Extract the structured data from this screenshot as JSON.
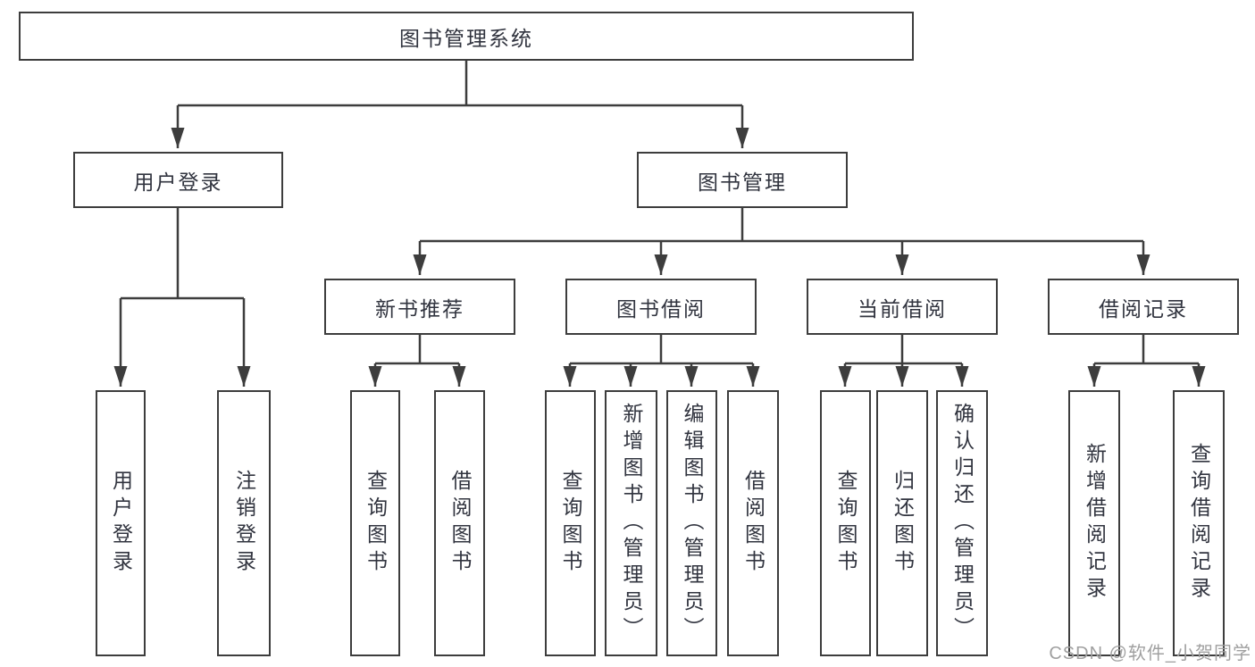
{
  "diagram_type": "hierarchy-tree",
  "tree": {
    "label": "图书管理系统",
    "children": [
      {
        "label": "用户登录",
        "children": [
          {
            "label": "用户登录"
          },
          {
            "label": "注销登录"
          }
        ]
      },
      {
        "label": "图书管理",
        "children": [
          {
            "label": "新书推荐",
            "children": [
              {
                "label": "查询图书"
              },
              {
                "label": "借阅图书"
              }
            ]
          },
          {
            "label": "图书借阅",
            "children": [
              {
                "label": "查询图书"
              },
              {
                "label": "新增图书（管理员）"
              },
              {
                "label": "编辑图书（管理员）"
              },
              {
                "label": "借阅图书"
              }
            ]
          },
          {
            "label": "当前借阅",
            "children": [
              {
                "label": "查询图书"
              },
              {
                "label": "归还图书"
              },
              {
                "label": "确认归还（管理员）"
              }
            ]
          },
          {
            "label": "借阅记录",
            "children": [
              {
                "label": "新增借阅记录"
              },
              {
                "label": "查询借阅记录"
              }
            ]
          }
        ]
      }
    ]
  },
  "watermark": {
    "text": "CSDN @软件_小贺同学"
  },
  "colors": {
    "line": "#3d3d3d",
    "text": "#31343f",
    "background": "#ffffff",
    "watermark": "#a0a0a0"
  }
}
